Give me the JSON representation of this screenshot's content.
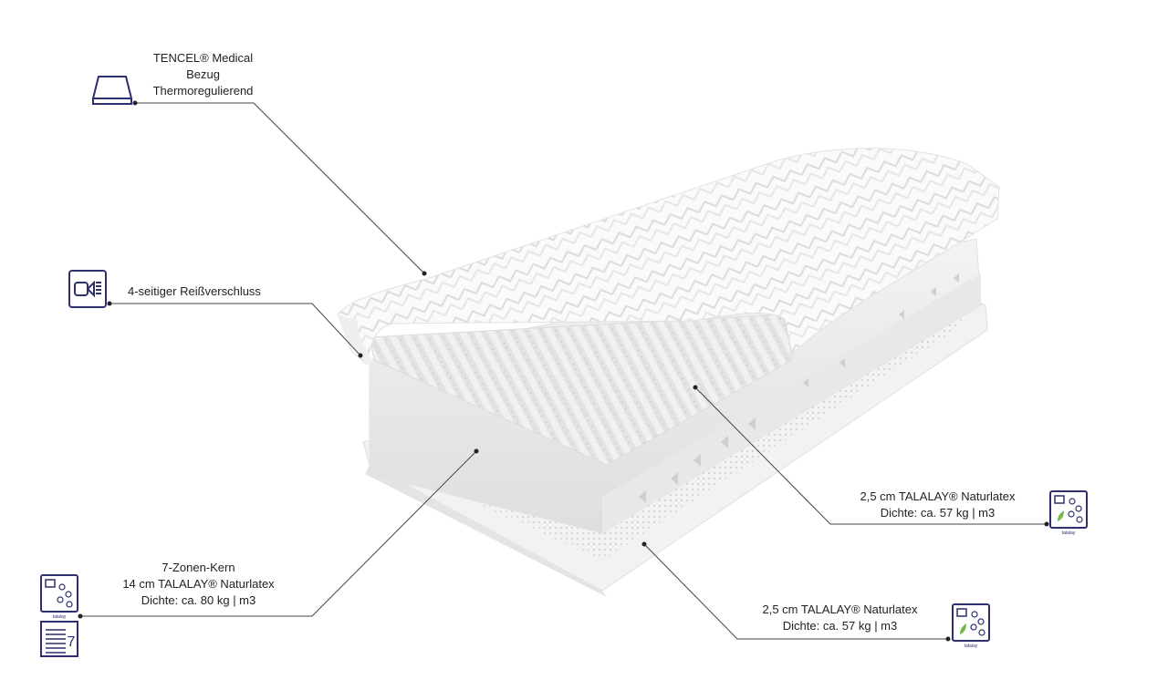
{
  "callouts": {
    "cover": {
      "lines": [
        "TENCEL® Medical",
        "Bezug",
        "Thermoregulierend"
      ],
      "icon": "mattress-cover-icon"
    },
    "zipper": {
      "lines": [
        "4-seitiger Reißverschluss"
      ],
      "icon": "zipper-icon"
    },
    "core": {
      "lines": [
        "7-Zonen-Kern",
        "14 cm TALALAY® Naturlatex",
        "Dichte: ca. 80 kg | m3"
      ],
      "icons": [
        "talalay-latex-icon",
        "seven-zones-icon"
      ],
      "icon_texts": [
        "talalay",
        "7"
      ]
    },
    "top_latex": {
      "lines": [
        "2,5 cm TALALAY® Naturlatex",
        "Dichte: ca. 57 kg | m3"
      ],
      "icon": "talalay-eco-latex-icon",
      "icon_text": "talalay"
    },
    "bottom_latex": {
      "lines": [
        "2,5 cm TALALAY® Naturlatex",
        "Dichte: ca. 57 kg | m3"
      ],
      "icon": "talalay-eco-latex-icon",
      "icon_text": "talalay"
    }
  },
  "colors": {
    "icon_stroke": "#2d2f6e",
    "leader_line": "#444444",
    "eco_green": "#7ab648"
  }
}
